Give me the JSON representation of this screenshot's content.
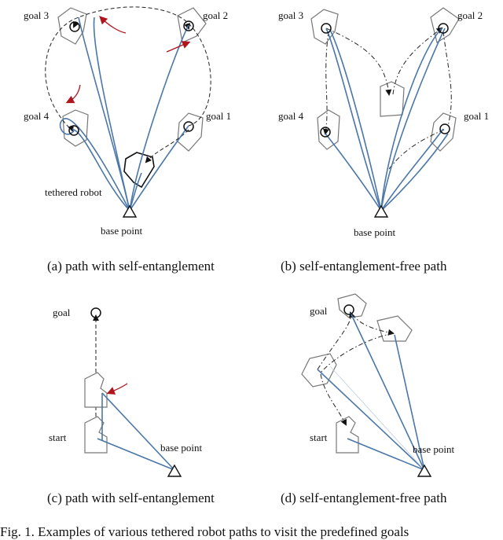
{
  "panel_a": {
    "goal1": "goal 1",
    "goal2": "goal 2",
    "goal3": "goal 3",
    "goal4": "goal 4",
    "robot_label": "tethered robot",
    "base_label": "base point",
    "caption": "(a)  path with self-entanglement"
  },
  "panel_b": {
    "goal1": "goal 1",
    "goal2": "goal 2",
    "goal3": "goal 3",
    "goal4": "goal 4",
    "base_label": "base point",
    "caption": "(b)  self-entanglement-free path"
  },
  "panel_c": {
    "goal": "goal",
    "start": "start",
    "base_label": "base point",
    "caption": "(c)  path with self-entanglement"
  },
  "panel_d": {
    "goal": "goal",
    "start": "start",
    "base_label": "base point",
    "caption": "(d)  self-entanglement-free path"
  },
  "figure_caption": "Fig. 1.   Examples of various tethered robot paths to visit the predefined goals",
  "colors": {
    "tether": "#4a77a8",
    "arrow": "#b0141c",
    "robot_outline": "#777777"
  }
}
